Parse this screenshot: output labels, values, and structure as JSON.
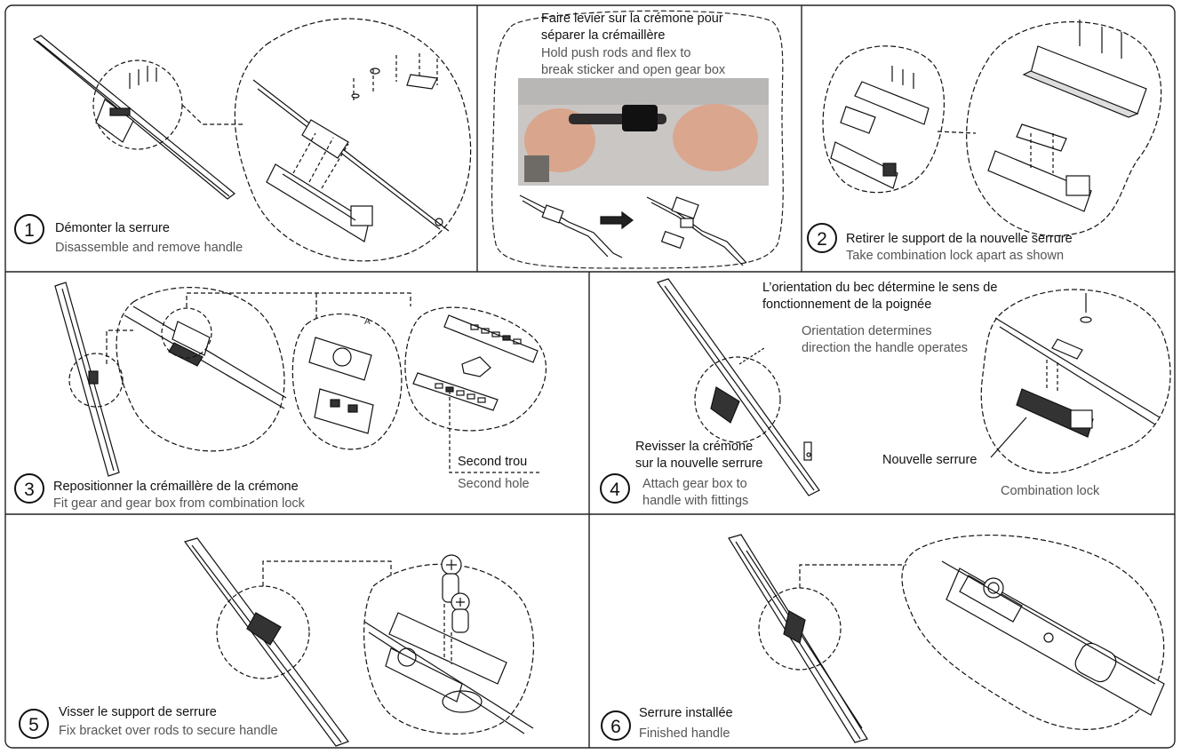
{
  "steps": [
    {
      "number": "1",
      "fr": "Démonter la serrure",
      "en": "Disassemble and remove handle"
    },
    {
      "fr_line1": "Faire levier sur la crémone pour",
      "fr_line2": "séparer la crémaillère",
      "en_line1": "Hold push rods and flex to",
      "en_line2": "break sticker and open gear box"
    },
    {
      "number": "2",
      "fr": "Retirer le support de la nouvelle serrure",
      "en": "Take combination lock apart as shown"
    },
    {
      "number": "3",
      "fr": "Repositionner la crémaillère de la crémone",
      "en": "Fit gear and gear box from combination lock",
      "label_fr": "Second trou",
      "label_en": "Second hole"
    },
    {
      "number": "4",
      "fr_line1": "Revisser la crémone",
      "fr_line2": "sur la nouvelle serrure",
      "en_line1": "Attach gear box to",
      "en_line2": "handle with fittings",
      "note_fr_line1": "L’orientation du bec détermine le sens de",
      "note_fr_line2": "fonctionnement de la poignée",
      "note_en_line1": "Orientation determines",
      "note_en_line2": "direction the handle operates",
      "label_fr": "Nouvelle serrure",
      "label_en": "Combination lock"
    },
    {
      "number": "5",
      "fr": "Visser le support de serrure",
      "en": "Fix bracket over rods to secure handle"
    },
    {
      "number": "6",
      "fr": "Serrure installée",
      "en": "Finished handle"
    }
  ],
  "annotations": {
    "detail_mark": "A"
  }
}
